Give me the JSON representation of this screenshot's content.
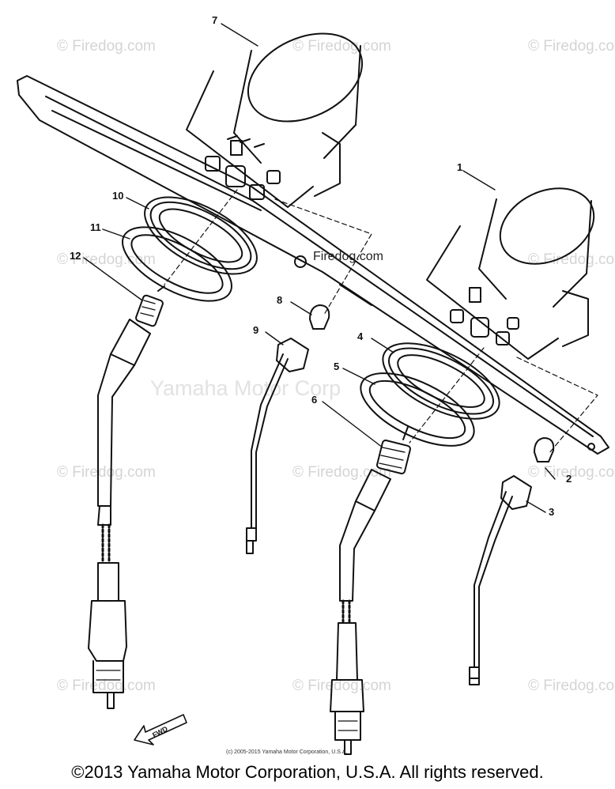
{
  "watermarks": {
    "repeat_text": "© Firedog.com",
    "center_text": "Yamaha Motor Corp",
    "inline_text": "Firedog.com"
  },
  "callouts": [
    "1",
    "2",
    "3",
    "4",
    "5",
    "6",
    "7",
    "8",
    "9",
    "10",
    "11",
    "12"
  ],
  "fwd_label": "FWD",
  "small_copyright": "(c) 2005-2015 Yamaha Motor Corporation, U.S.A.",
  "footer_copyright": "©2013 Yamaha Motor Corporation, U.S.A. All rights reserved.",
  "colors": {
    "line": "#111111",
    "watermark": "#d4d4d4",
    "background": "#ffffff"
  }
}
